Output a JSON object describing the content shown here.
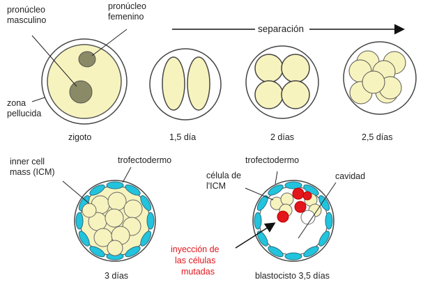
{
  "labels": {
    "pronucleo_masculino": [
      "pronúcleo",
      "masculino"
    ],
    "pronucleo_femenino": [
      "pronúcleo",
      "femenino"
    ],
    "separacion": "separación",
    "zona_pellucida": [
      "zona",
      "pellucida"
    ],
    "zigoto": "zigoto",
    "dia_1_5": "1,5 día",
    "dias_2": "2 días",
    "dias_2_5": "2,5 días",
    "inner_cell_mass": [
      "inner cell",
      "mass (ICM)"
    ],
    "trofectodermo_1": "trofectodermo",
    "dias_3": "3 días",
    "trofectodermo_2": "trofectodermo",
    "celula_icm": [
      "célula de",
      "l'ICM"
    ],
    "cavidad": "cavidad",
    "inyeccion": [
      "inyección de",
      "las células",
      "mutadas"
    ],
    "blastocisto": "blastocisto 3,5 días"
  },
  "colors": {
    "cell_fill": "#f7f3be",
    "pronucleus": "#8a8a66",
    "trophectoderm": "#22c3dd",
    "mutated": "#e3161b",
    "outline": "#333333"
  }
}
